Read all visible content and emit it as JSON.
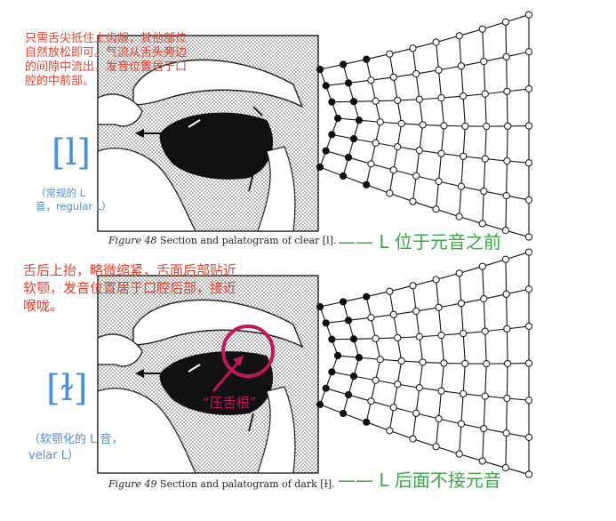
{
  "top": {
    "note_red": "只需舌尖抵住上齿龈，其他部位自然放松即可。气流从舌头旁边的间隙中流出，发音位置居于口腔的中前部。",
    "symbol": "[l]",
    "note_blue": "（常规的 L 音，regular L）",
    "caption_figure": "Figure 48",
    "caption_text": "Section and palatogram of clear [l].",
    "annotation_green": "—— L 位于元音之前"
  },
  "bottom": {
    "note_red": "舌后上抬，略微缩紧，舌面后部贴近软颚，发音位置居于口腔后部，接近喉咙。",
    "symbol": "[ɫ]",
    "note_blue": "（软颚化的 L 音，velar L）",
    "highlight_label": "“压舌根”",
    "caption_figure": "Figure 49",
    "caption_text": "Section and palatogram of dark [ɫ].",
    "annotation_green": "—— L 后面不接元音"
  },
  "colors": {
    "red": "#e8402c",
    "blue": "#4a8fd8",
    "green": "#3aa84a",
    "magenta": "#c2185b"
  }
}
